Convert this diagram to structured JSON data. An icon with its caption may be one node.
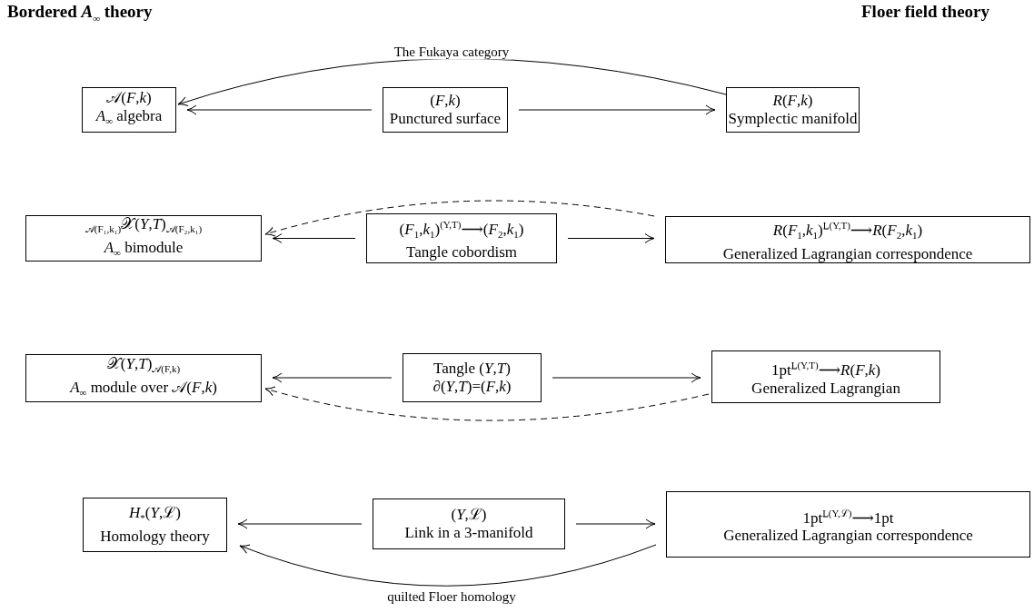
{
  "diagram": {
    "nodes": [
      {
        "text": [
          "𝒜(*F*,*k*)",
          "*A*$_{∞}$ algebra"
        ]
      },
      {
        "text": [
          "(*F*,*k*)",
          "Punctured surface"
        ]
      },
      {
        "text": [
          "*R*(*F*,*k*)",
          "Symplectic manifold"
        ]
      },
      {
        "text": [
          "$_{𝒜(F₁,k₁)}$𝒳(*Y*,*T*)$_{𝒜(F₂,k₁)}$",
          "*A*$_{∞}$ bimodule"
        ]
      },
      {
        "text": [
          "(*F*$_{1}$,*k*$_{1}$)$^{(Y,T)}$⟶(*F*$_{2}$,*k*$_{1}$)",
          "Tangle cobordism"
        ]
      },
      {
        "text": [
          "*R*(*F*$_{1}$,*k*$_{1}$)$^{L̲(Y,T)}$⟶*R*(*F*$_{2}$,*k*$_{1}$)",
          "Generalized Lagrangian correspondence"
        ]
      },
      {
        "text": [
          "𝒳(*Y*,*T*)$_{𝒜(F,k)}$",
          "*A*$_{∞}$ module over 𝒜(*F*,*k*)"
        ]
      },
      {
        "text": [
          "Tangle (*Y*,*T*)",
          "∂(*Y*,*T*)=(*F*,*k*)"
        ]
      },
      {
        "text": [
          "1pt$^{L̲(Y,T)}$⟶*R*(*F*,*k*)",
          "Generalized Lagrangian"
        ]
      },
      {
        "text": [
          "*H*$_{*}$(*Y*,ℒ)",
          "Homology theory"
        ]
      },
      {
        "text": [
          "(*Y*,ℒ)",
          "Link in a 3-manifold"
        ]
      },
      {
        "text": [
          "1pt$^{L̲(Y,ℒ)}$⟶1pt",
          "Generalized Lagrangian correspondence"
        ]
      }
    ],
    "edges": [
      {
        "from": 1,
        "to": 0,
        "arrow": "to"
      },
      {
        "from": 1,
        "to": 2,
        "arrow": "to"
      },
      {
        "from": 2,
        "to": 0,
        "arrow": "to",
        "label": "The Fukaya category"
      },
      {
        "from": 4,
        "to": 3,
        "arrow": "to"
      },
      {
        "from": 4,
        "to": 5,
        "arrow": "to"
      },
      {
        "from": 5,
        "to": 3,
        "arrow": "to",
        "style": "dashed"
      },
      {
        "from": 7,
        "to": 6,
        "arrow": "to"
      },
      {
        "from": 7,
        "to": 8,
        "arrow": "to"
      },
      {
        "from": 8,
        "to": 6,
        "arrow": "to",
        "style": "dashed"
      },
      {
        "from": 10,
        "to": 9,
        "arrow": "to"
      },
      {
        "from": 10,
        "to": 11,
        "arrow": "to"
      },
      {
        "from": 11,
        "to": 9,
        "arrow": "to",
        "label": "quilted Floer homology"
      }
    ],
    "labels": [
      "Bordered *A*$_{∞}$ theory",
      "Floer field theory"
    ]
  }
}
